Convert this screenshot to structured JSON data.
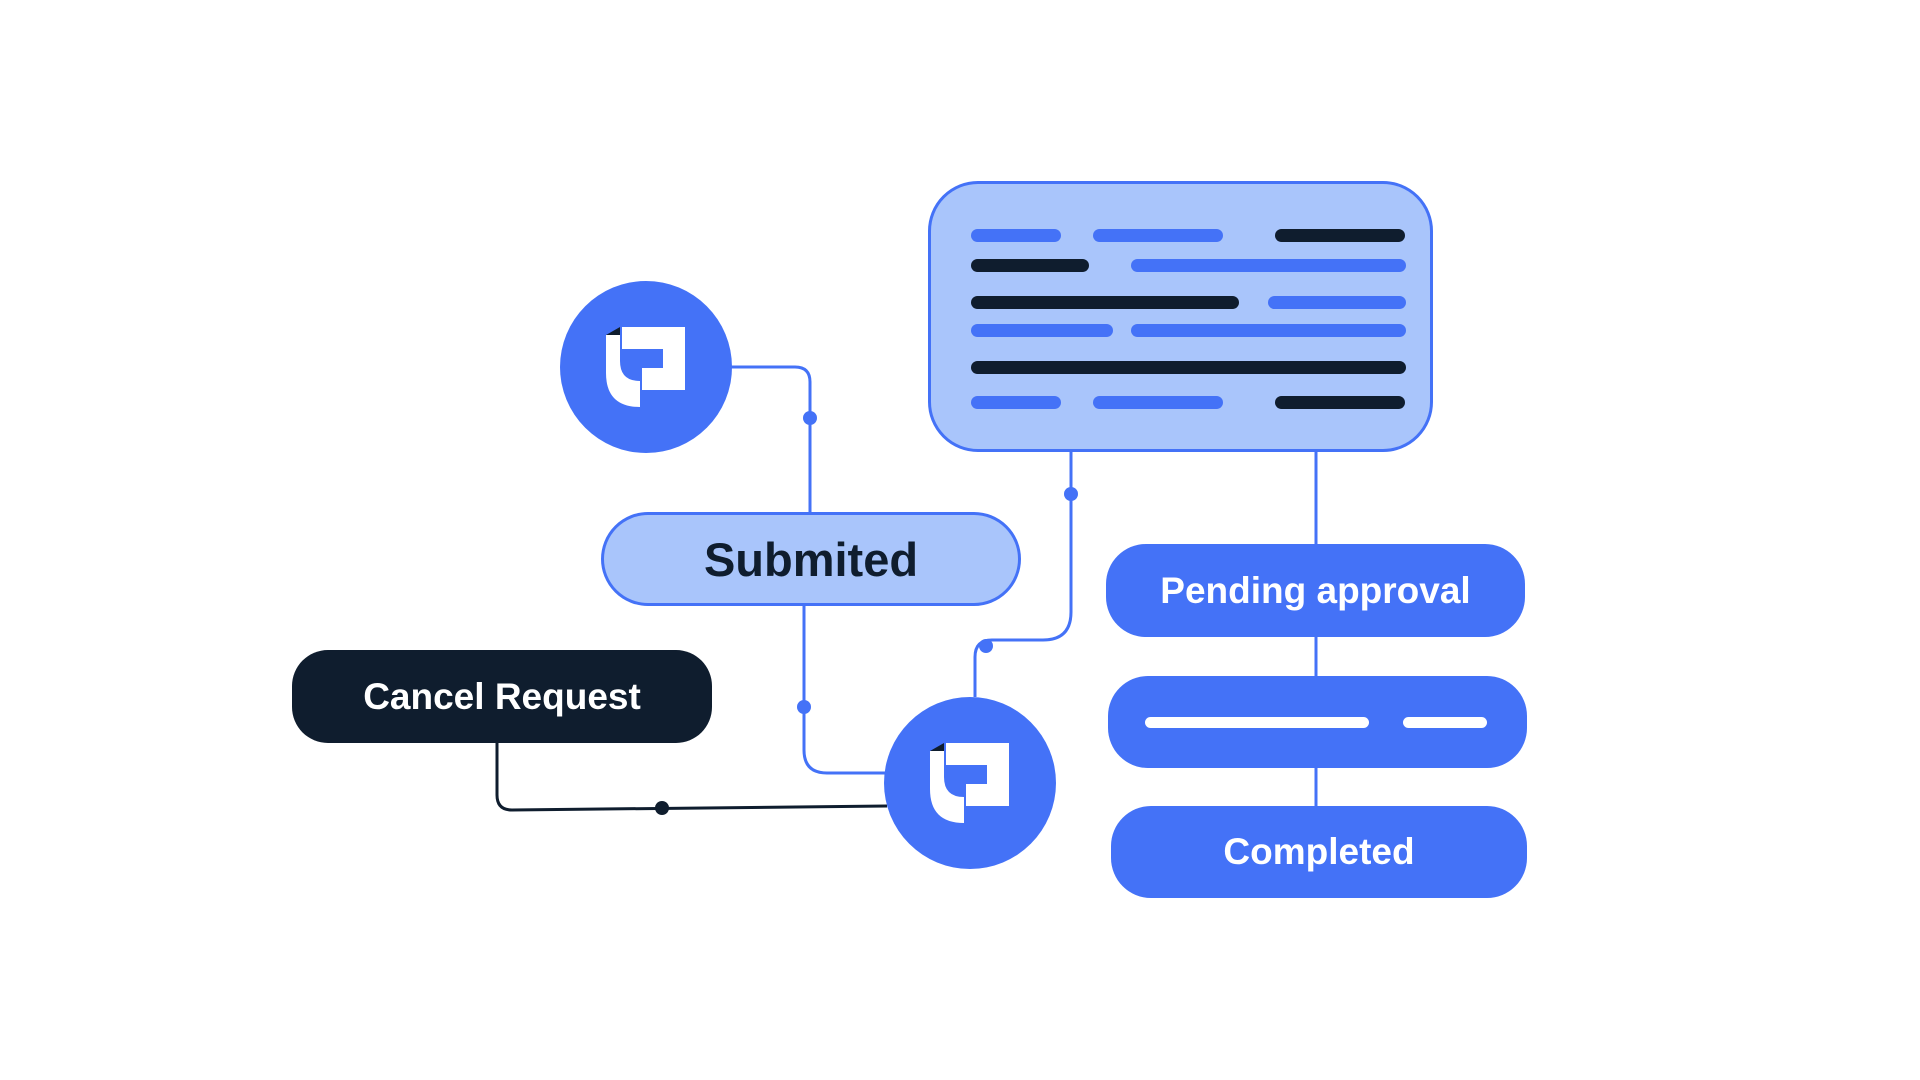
{
  "diagram": {
    "status_submitted": "Submited",
    "action_cancel": "Cancel Request",
    "status_pending": "Pending approval",
    "status_completed": "Completed",
    "colors": {
      "primary_blue": "#4472f7",
      "light_blue": "#a9c5fb",
      "dark_navy": "#0f1d2e",
      "white": "#ffffff"
    },
    "icons": {
      "node_avatar": "brand-logo-icon",
      "document": "document-lines-icon"
    }
  }
}
